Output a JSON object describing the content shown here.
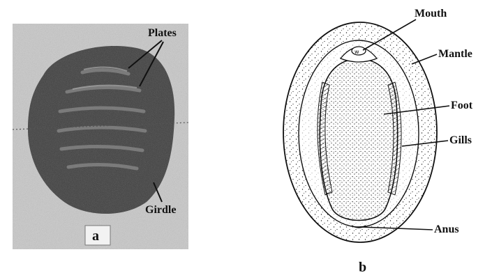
{
  "panel_a": {
    "letter": "a",
    "labels": {
      "plates": "Plates",
      "girdle": "Girdle"
    }
  },
  "panel_b": {
    "letter": "b",
    "labels": {
      "mouth": "Mouth",
      "mantle": "Mantle",
      "foot": "Foot",
      "gills": "Gills",
      "anus": "Anus"
    }
  },
  "colors": {
    "background": "#ffffff",
    "ink": "#111111",
    "photo_bg": "#c8c8c8",
    "chiton_body": "#3a3a3a"
  }
}
